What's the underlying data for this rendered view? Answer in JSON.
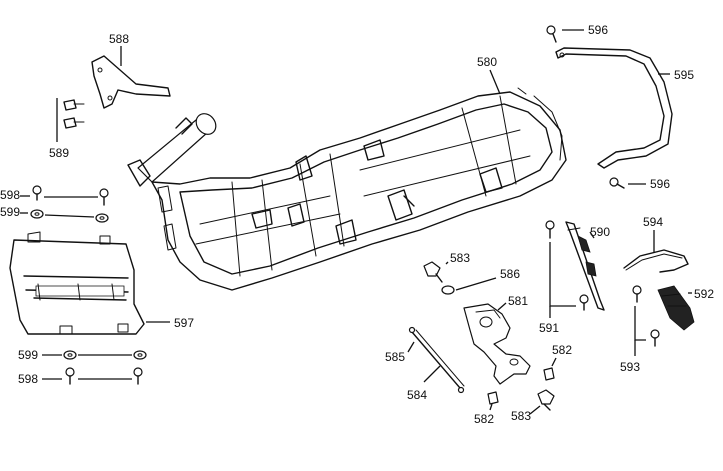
{
  "diagram": {
    "callouts": {
      "c580": "580",
      "c581": "581",
      "c582a": "582",
      "c582b": "582",
      "c583a": "583",
      "c583b": "583",
      "c584": "584",
      "c585": "585",
      "c586": "586",
      "c588": "588",
      "c589": "589",
      "c590": "590",
      "c591": "591",
      "c592": "592",
      "c593": "593",
      "c594": "594",
      "c595": "595",
      "c596a": "596",
      "c596b": "596",
      "c597": "597",
      "c598a": "598",
      "c598b": "598",
      "c599a": "599",
      "c599b": "599"
    }
  }
}
